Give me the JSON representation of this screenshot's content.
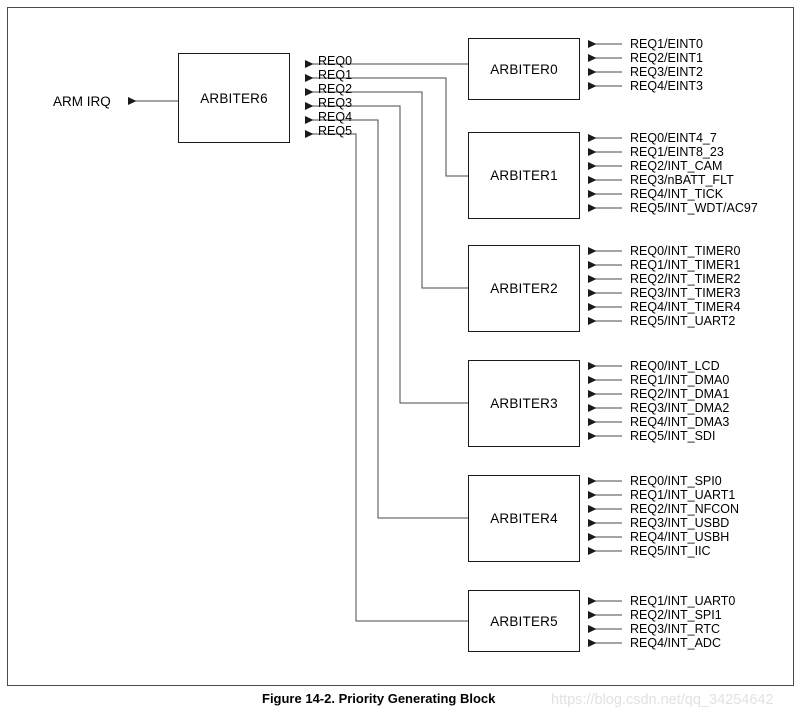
{
  "figure": {
    "caption": "Figure 14-2. Priority Generating Block",
    "watermark": "https://blog.csdn.net/qq_34254642",
    "output_label": "ARM IRQ"
  },
  "master": {
    "name": "ARBITER6",
    "inputs": [
      "REQ0",
      "REQ1",
      "REQ2",
      "REQ3",
      "REQ4",
      "REQ5"
    ]
  },
  "arbiters": [
    {
      "name": "ARBITER0",
      "feeds": "REQ0",
      "inputs": [
        "REQ1/EINT0",
        "REQ2/EINT1",
        "REQ3/EINT2",
        "REQ4/EINT3"
      ]
    },
    {
      "name": "ARBITER1",
      "feeds": "REQ1",
      "inputs": [
        "REQ0/EINT4_7",
        "REQ1/EINT8_23",
        "REQ2/INT_CAM",
        "REQ3/nBATT_FLT",
        "REQ4/INT_TICK",
        "REQ5/INT_WDT/AC97"
      ]
    },
    {
      "name": "ARBITER2",
      "feeds": "REQ2",
      "inputs": [
        "REQ0/INT_TIMER0",
        "REQ1/INT_TIMER1",
        "REQ2/INT_TIMER2",
        "REQ3/INT_TIMER3",
        "REQ4/INT_TIMER4",
        "REQ5/INT_UART2"
      ]
    },
    {
      "name": "ARBITER3",
      "feeds": "REQ3",
      "inputs": [
        "REQ0/INT_LCD",
        "REQ1/INT_DMA0",
        "REQ2/INT_DMA1",
        "REQ3/INT_DMA2",
        "REQ4/INT_DMA3",
        "REQ5/INT_SDI"
      ]
    },
    {
      "name": "ARBITER4",
      "feeds": "REQ4",
      "inputs": [
        "REQ0/INT_SPI0",
        "REQ1/INT_UART1",
        "REQ2/INT_NFCON",
        "REQ3/INT_USBD",
        "REQ4/INT_USBH",
        "REQ5/INT_IIC"
      ]
    },
    {
      "name": "ARBITER5",
      "feeds": "REQ5",
      "inputs": [
        "REQ1/INT_UART0",
        "REQ2/INT_SPI1",
        "REQ3/INT_RTC",
        "REQ4/INT_ADC"
      ]
    }
  ],
  "colors": {
    "line": "#1a1a1a",
    "frame": "#4a4a4a",
    "text": "#000000",
    "watermark": "#e2e2e2"
  }
}
